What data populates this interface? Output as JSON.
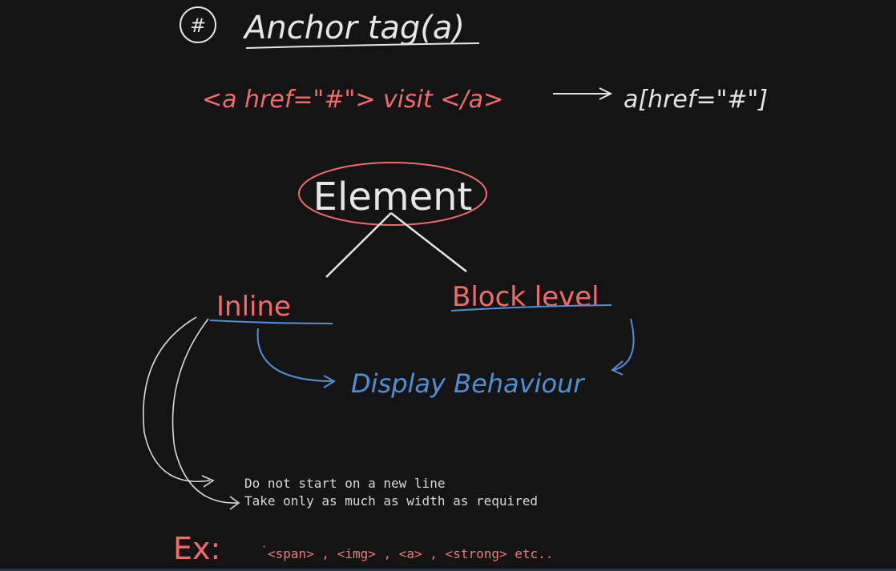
{
  "colors": {
    "background": "#141414",
    "chalk_white": "#e6e6e6",
    "red": "#f26b6b",
    "blue": "#4f8fd6",
    "typed_text": "#d9d9d9",
    "example_red": "#f27878"
  },
  "heading": {
    "number": "#",
    "title": "Anchor tag(a)"
  },
  "syntax": {
    "html_form": "<a href=\"#\"> visit </a>",
    "arrow": "⟶",
    "emmet_form": "a[href=\"#\"]"
  },
  "diagram": {
    "root": "Element",
    "left_branch": "Inline",
    "right_branch": "Block level",
    "shared_label": "Display Behaviour"
  },
  "notes": {
    "line1": "Do not start on a new line",
    "line2": "Take only as much as width as required"
  },
  "example": {
    "prefix": "Ex:",
    "dot": "·",
    "items": "<span> , <img> , <a> , <strong> etc.."
  }
}
